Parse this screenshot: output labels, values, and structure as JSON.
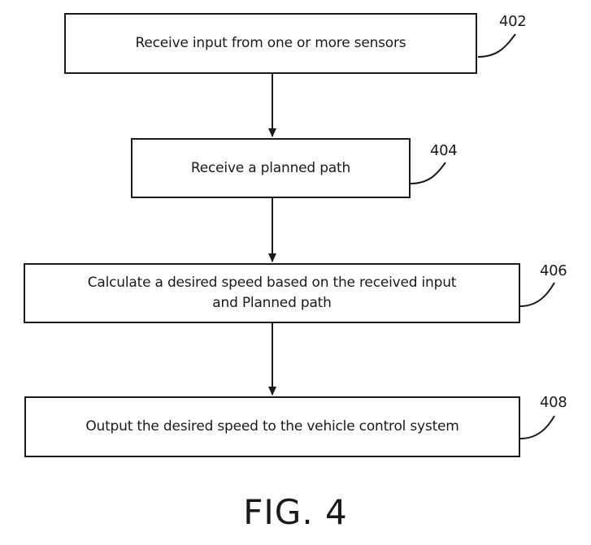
{
  "diagram": {
    "steps": [
      {
        "ref": "402",
        "lines": [
          "Receive input from one or more sensors"
        ]
      },
      {
        "ref": "404",
        "lines": [
          "Receive a planned path"
        ]
      },
      {
        "ref": "406",
        "lines": [
          "Calculate a desired speed based on the received input",
          "and Planned path"
        ]
      },
      {
        "ref": "408",
        "lines": [
          "Output the desired speed to the vehicle control system"
        ]
      }
    ],
    "figure_label": "FIG. 4"
  }
}
